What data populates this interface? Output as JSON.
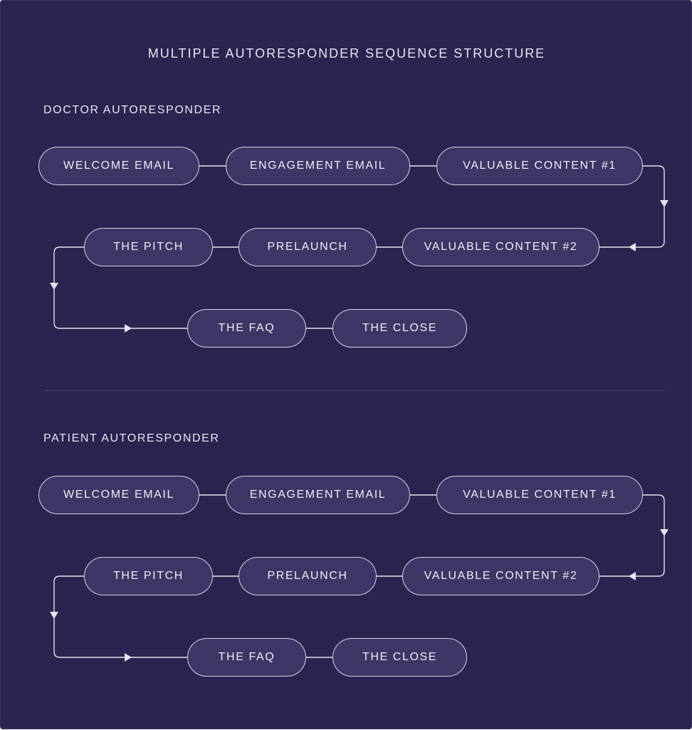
{
  "title": "MULTIPLE AUTORESPONDER SEQUENCE STRUCTURE",
  "colors": {
    "background": "#2c2350",
    "node_fill": "#3e3666",
    "node_border": "#d8d4ea",
    "line": "#e6e4f0",
    "divider": "#4d4676"
  },
  "sections": [
    {
      "label": "DOCTOR AUTORESPONDER",
      "nodes": [
        "WELCOME EMAIL",
        "ENGAGEMENT EMAIL",
        "VALUABLE CONTENT #1",
        "VALUABLE CONTENT #2",
        "PRELAUNCH",
        "THE PITCH",
        "THE FAQ",
        "THE CLOSE"
      ]
    },
    {
      "label": "PATIENT AUTORESPONDER",
      "nodes": [
        "WELCOME EMAIL",
        "ENGAGEMENT EMAIL",
        "VALUABLE CONTENT #1",
        "VALUABLE CONTENT #2",
        "PRELAUNCH",
        "THE PITCH",
        "THE FAQ",
        "THE CLOSE"
      ]
    }
  ]
}
